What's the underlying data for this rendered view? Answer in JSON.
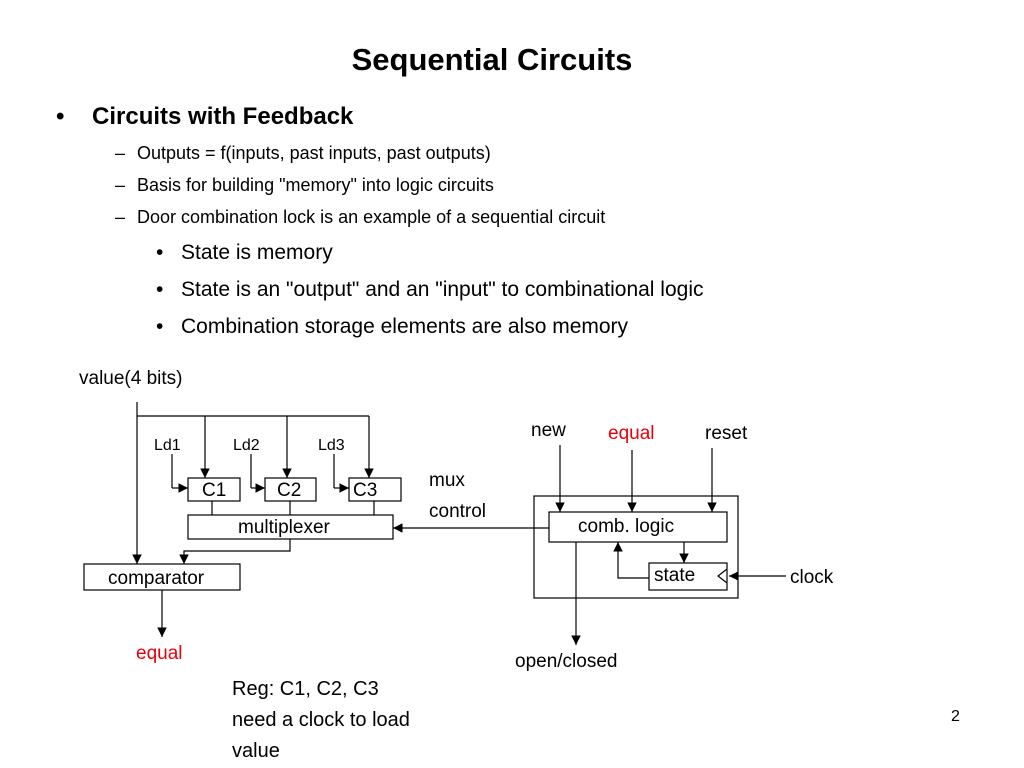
{
  "slide": {
    "title": "Sequential Circuits",
    "bullet_char": "•",
    "dash_char": "–",
    "bullet": "Circuits with Feedback",
    "sub_bullets": [
      "Outputs = f(inputs, past inputs, past outputs)",
      "Basis for building \"memory\" into logic circuits",
      "Door combination lock is an example of a sequential circuit"
    ],
    "sub_sub_bullets": [
      "State is memory",
      "State is an \"output\" and an \"input\" to combinational logic",
      "Combination storage elements are also memory"
    ],
    "page_number": "2"
  },
  "diagram": {
    "value_label": "value(4 bits)",
    "load_labels": [
      "Ld1",
      "Ld2",
      "Ld3"
    ],
    "registers": [
      "C1",
      "C2",
      "C3"
    ],
    "multiplexer": "multiplexer",
    "comparator": "comparator",
    "comparator_output": "equal",
    "mux_control_line1": "mux",
    "mux_control_line2": "control",
    "inputs": [
      "new",
      "equal",
      "reset"
    ],
    "comb_logic": "comb. logic",
    "state": "state",
    "clock": "clock",
    "output": "open/closed",
    "highlight_color": "#e8000b"
  },
  "note": {
    "lines": [
      "Reg: C1, C2, C3",
      "need a clock to load",
      "value"
    ]
  }
}
